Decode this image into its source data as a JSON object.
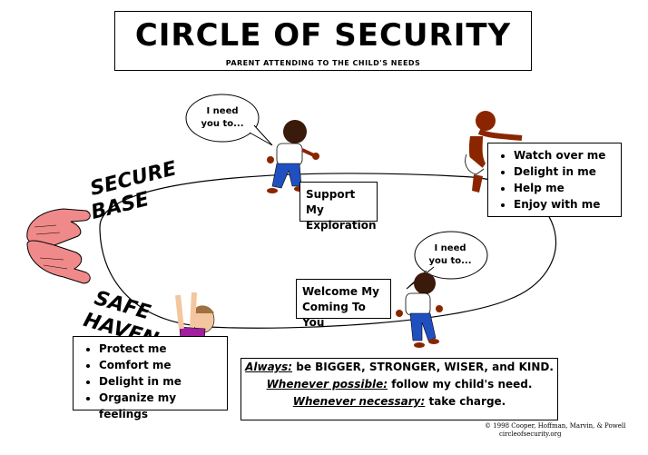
{
  "header": {
    "title": "CIRCLE OF SECURITY",
    "subtitle": "PARENT ATTENDING TO THE CHILD'S NEEDS"
  },
  "labels": {
    "secure_base_line1": "SECURE",
    "secure_base_line2": "BASE",
    "safe_haven_line1": "SAFE",
    "safe_haven_line2": "HAVEN"
  },
  "bubbles": {
    "top_line1": "I need",
    "top_line2": "you to...",
    "right_line1": "I need",
    "right_line2": "you to..."
  },
  "boxes": {
    "support_line1": "Support My",
    "support_line2": "Exploration",
    "welcome_line1": "Welcome My",
    "welcome_line2": "Coming To You",
    "top_needs": [
      "Watch over me",
      "Delight in me",
      "Help me",
      "Enjoy with me"
    ],
    "bottom_needs": [
      "Protect me",
      "Comfort me",
      "Delight in me",
      "Organize my feelings"
    ]
  },
  "rules": {
    "r1_key": "Always:",
    "r1_text": " be BIGGER, STRONGER, WISER, and KIND.",
    "r2_key": "Whenever possible:",
    "r2_text": " follow my child's need.",
    "r3_key": "Whenever necessary:",
    "r3_text": " take charge."
  },
  "credit": {
    "line1": "© 1998 Cooper, Hoffman, Marvin, & Powell",
    "line2": "circleofsecurity.org"
  },
  "colors": {
    "hands": "#f08a8a",
    "shirt_child": "#a020a0",
    "jeans": "#2050c0",
    "skin_dark": "#8b2500"
  }
}
